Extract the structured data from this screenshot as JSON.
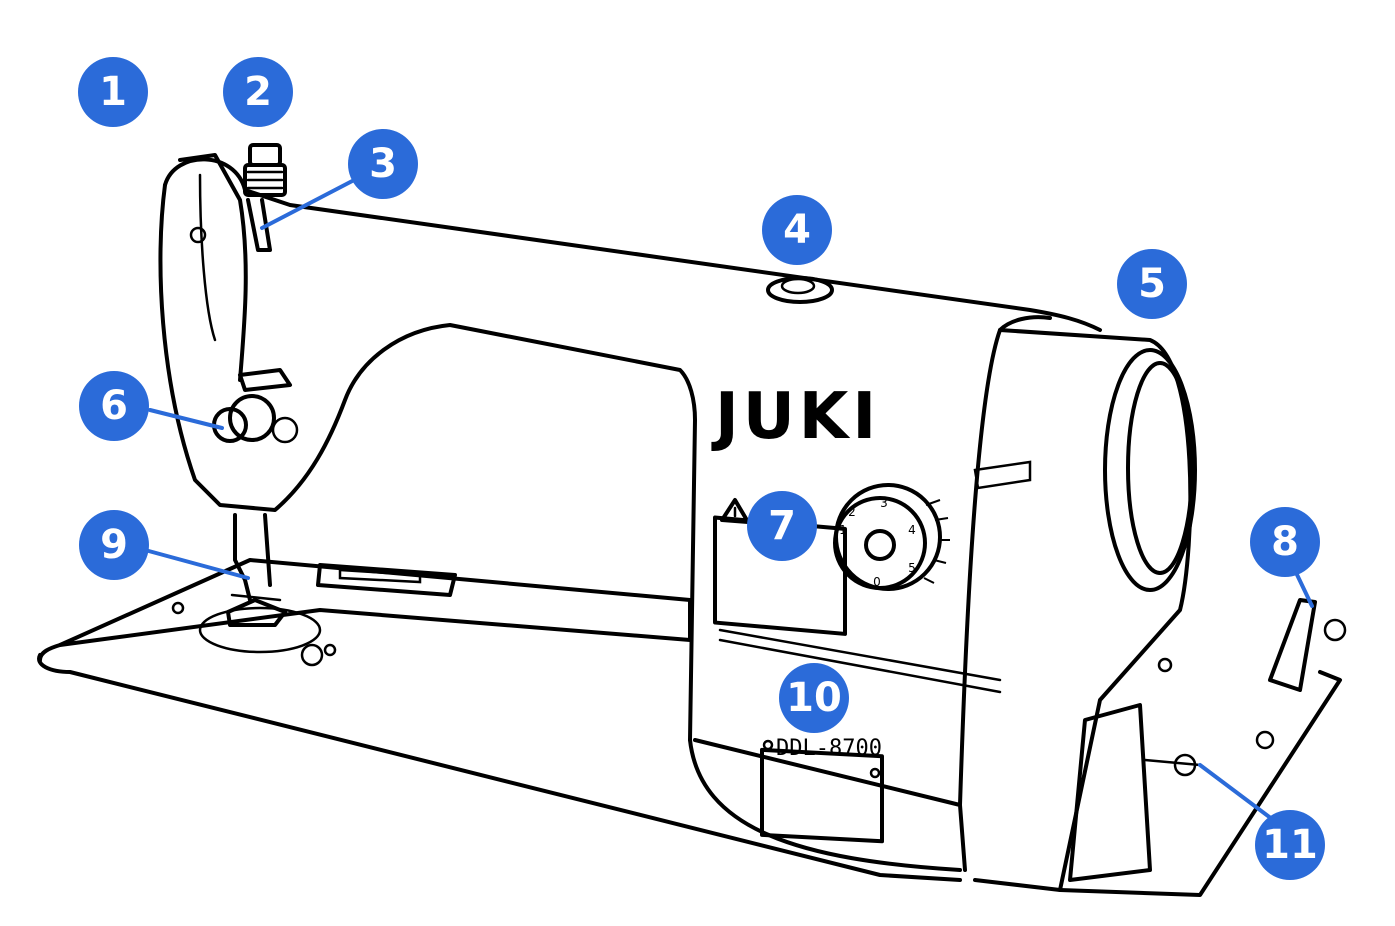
{
  "brand_label": "JUKI",
  "model_plate": "DDL-8700",
  "dial_numbers": [
    "0",
    "1",
    "2",
    "3",
    "4",
    "5"
  ],
  "callouts": [
    {
      "number": "1"
    },
    {
      "number": "2"
    },
    {
      "number": "3"
    },
    {
      "number": "4"
    },
    {
      "number": "5"
    },
    {
      "number": "6"
    },
    {
      "number": "7"
    },
    {
      "number": "8"
    },
    {
      "number": "9"
    },
    {
      "number": "10"
    },
    {
      "number": "11"
    }
  ],
  "colors": {
    "callout_fill": "#2b6bd9",
    "callout_text": "#ffffff",
    "line_art": "#000000"
  }
}
